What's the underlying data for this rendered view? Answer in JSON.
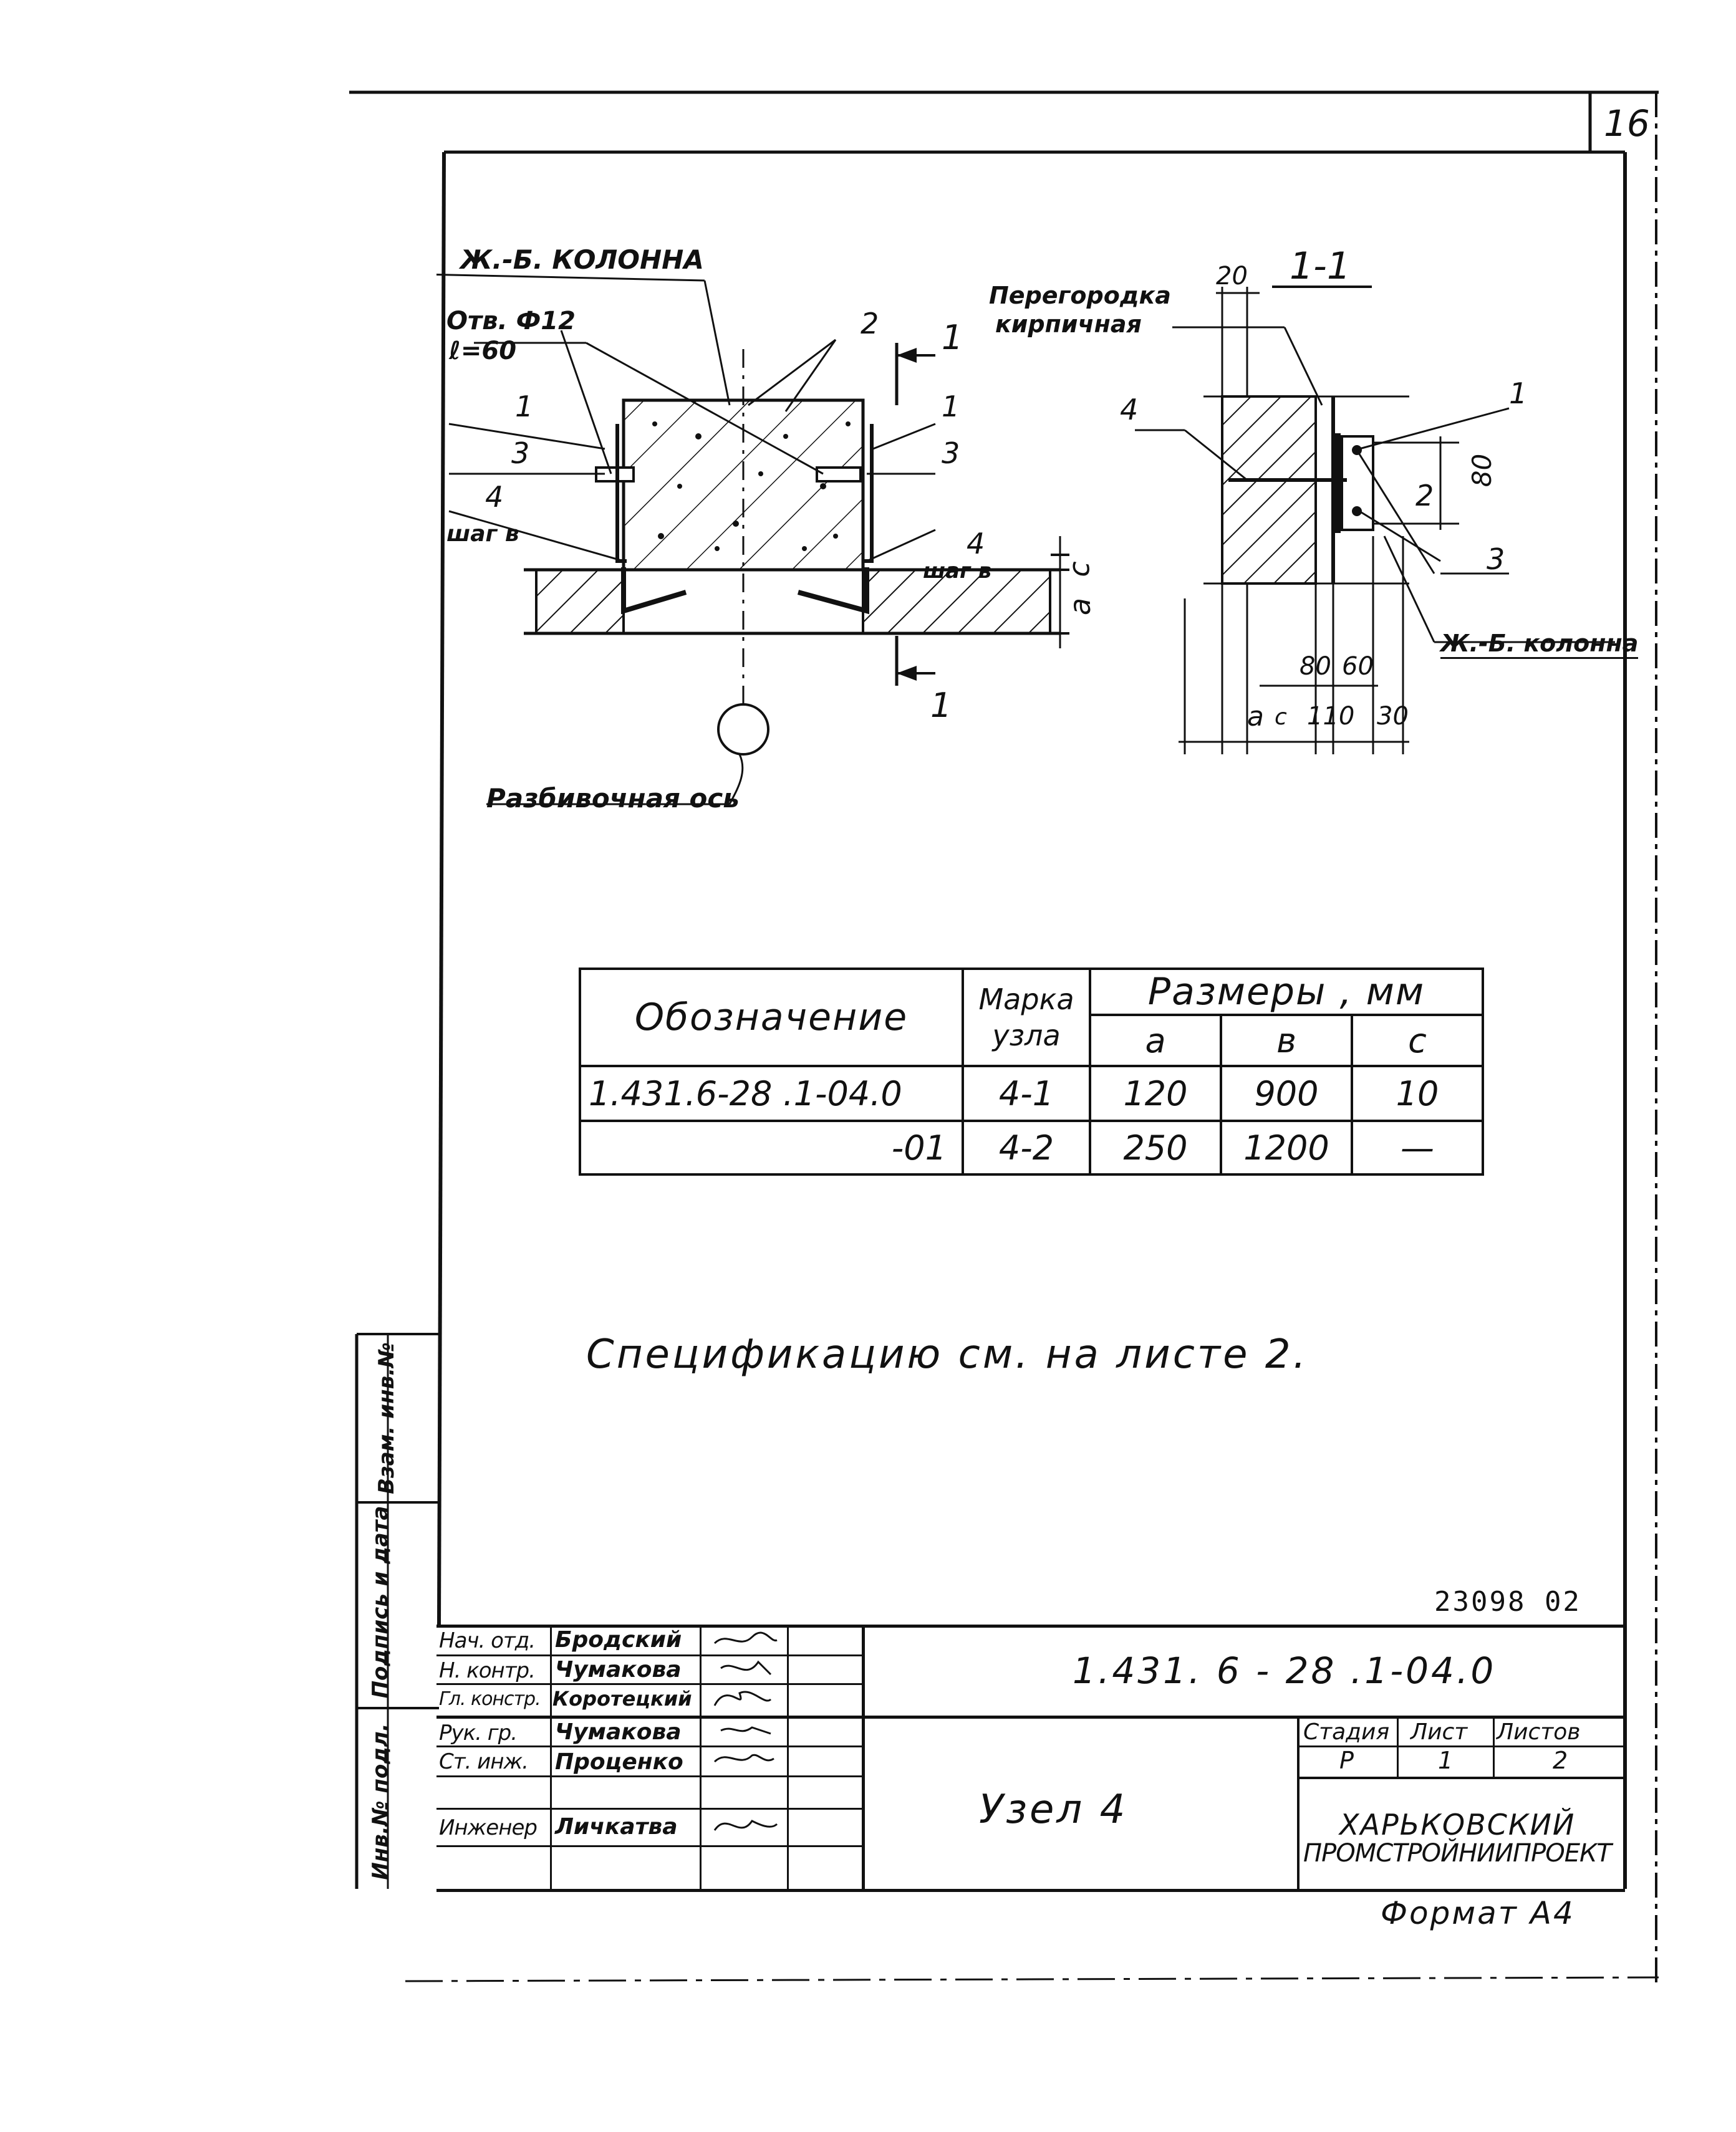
{
  "sheet_number": "16",
  "plan": {
    "column_label": "Ж.-Б. КОЛОННА",
    "hole_label_1": "Отв. Ф12",
    "hole_label_2": "ℓ=60",
    "callout_1": "1",
    "callout_2": "2",
    "callout_3": "3",
    "callout_4": "4",
    "step_label": "шаг в",
    "section_marker": "1",
    "dim_a": "a",
    "dim_c": "c",
    "axis_label": "Разбивочная ось"
  },
  "section": {
    "title": "1-1",
    "partition_label_1": "Перегородка",
    "partition_label_2": "кирпичная",
    "dim_20": "20",
    "dim_80_v": "80",
    "dim_80": "80",
    "dim_60": "60",
    "dim_a": "a",
    "dim_c": "c",
    "dim_110": "110",
    "dim_30": "30",
    "callout_1": "1",
    "callout_2": "2",
    "callout_3": "3",
    "callout_4": "4",
    "column_label": "Ж.-Б. колонна"
  },
  "table": {
    "header_designation": "Обозначение",
    "header_marka_1": "Марка",
    "header_marka_2": "узла",
    "header_sizes": "Размеры , мм",
    "col_a": "a",
    "col_b": "в",
    "col_c": "c",
    "rows": [
      {
        "designation": "1.431.6-28 .1-04.0",
        "marka": "4-1",
        "a": "120",
        "b": "900",
        "c": "10"
      },
      {
        "designation": "-01",
        "marka": "4-2",
        "a": "250",
        "b": "1200",
        "c": "—"
      }
    ]
  },
  "note": "Спецификацию см. на листе 2.",
  "archive_number": "23098 02",
  "side_stamp": {
    "field_1": "Взам. инв.№",
    "field_2": "Подпись и дата",
    "field_3": "Инв.№ подл."
  },
  "title_block": {
    "roles": [
      "Нач. отд.",
      "Н. контр.",
      "Гл. констр.",
      "Рук. гр.",
      "Ст. инж.",
      "Инженер"
    ],
    "names": [
      "Бродский",
      "Чумакова",
      "Коротецкий",
      "Чумакова",
      "Проценко",
      "Личкатва"
    ],
    "doc_code": "1.431. 6 - 28 .1-04.0",
    "title": "Узел 4",
    "stage_header": "Стадия",
    "sheet_header": "Лист",
    "sheets_header": "Листов",
    "stage": "Р",
    "sheet": "1",
    "sheets": "2",
    "org_1": "ХАРЬКОВСКИЙ",
    "org_2": "ПРОМСТРОЙНИИПРОЕКТ"
  },
  "format": "Формат А4"
}
